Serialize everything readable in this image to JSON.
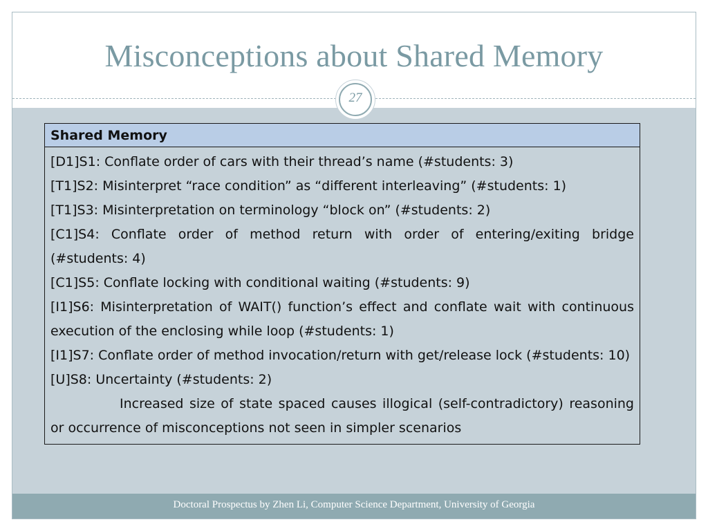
{
  "slide": {
    "title": "Misconceptions about Shared Memory",
    "page_number": "27",
    "footer": "Doctoral Prospectus by Zhen Li, Computer Science Department, University of Georgia"
  },
  "table": {
    "header": "Shared Memory",
    "entries": [
      "[D1]S1: Conflate order of cars with their thread’s name (#students: 3)",
      "[T1]S2: Misinterpret “race condition” as “different interleaving” (#students: 1)",
      "[T1]S3: Misinterpretation on terminology “block on” (#students: 2)",
      "[C1]S4: Conflate order of method return with order of entering/exiting bridge (#students: 4)",
      "[C1]S5: Conflate locking with conditional waiting (#students: 9)",
      "[I1]S6: Misinterpretation of WAIT() function’s effect and conflate wait with continuous execution of the enclosing while loop (#students: 1)",
      "[I1]S7: Conflate order of method invocation/return with get/release lock (#students: 10)",
      "[U]S8: Uncertainty (#students: 2)"
    ],
    "note": "Increased size of state spaced causes illogical (self-contradictory) reasoning or occurrence of misconceptions not seen in simpler scenarios"
  }
}
